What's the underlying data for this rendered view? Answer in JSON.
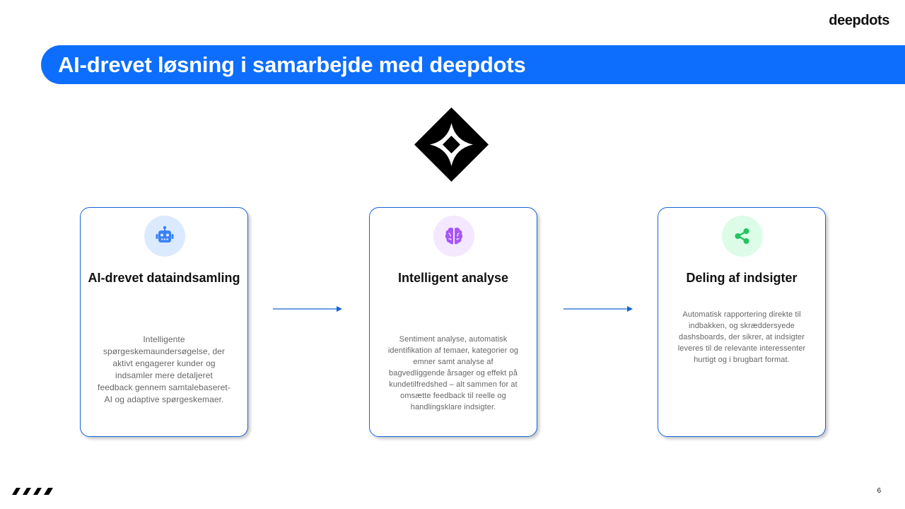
{
  "brand": {
    "name": "deepdots"
  },
  "header": {
    "title": "AI-drevet løsning i samarbejde med deepdots"
  },
  "cards": [
    {
      "icon": "robot-icon",
      "title": "AI-drevet dataindsamling",
      "description": "Intelligente spørgeskemaundersøgelse, der aktivt engagerer kunder og indsamler mere detaljeret feedback gennem samtalebaseret-AI og adaptive spørgeskemaer."
    },
    {
      "icon": "brain-icon",
      "title": "Intelligent analyse",
      "description": "Sentiment analyse, automatisk identifikation af temaer, kategorier og emner samt analyse af bagvedliggende årsager og effekt på kundetilfredshed – alt sammen for at omsætte feedback til reelle og handlingsklare indsigter."
    },
    {
      "icon": "share-icon",
      "title": "Deling af indsigter",
      "description": "Automatisk rapportering direkte til indbakken, og skræddersyede dashsboards, der sikrer, at indsigter leveres til de relevante interessenter hurtigt og i brugbart format."
    }
  ],
  "footer": {
    "page_number": "6"
  },
  "colors": {
    "accent": "#0d6efd",
    "card_border": "#1565d8",
    "robot": "#3b82f6",
    "brain": "#a855f7",
    "share": "#22c55e"
  }
}
